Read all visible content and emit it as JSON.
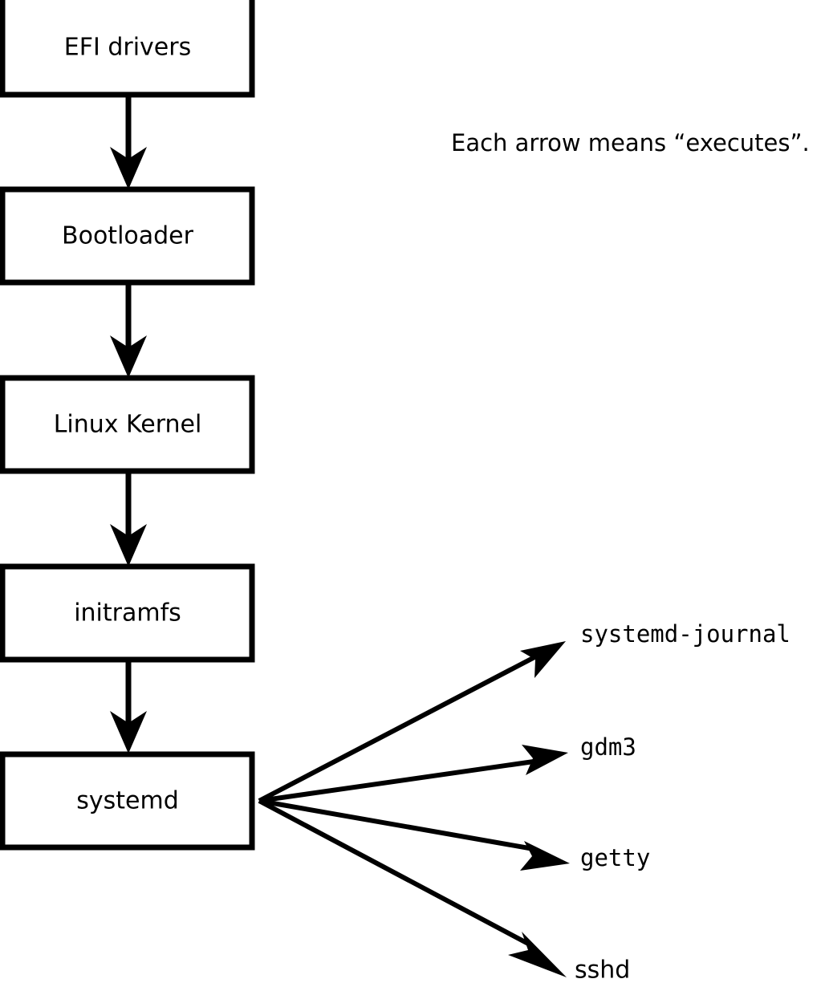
{
  "diagram": {
    "caption": "Each arrow means “executes”.",
    "chain": [
      {
        "id": "efi-drivers",
        "label": "EFI drivers"
      },
      {
        "id": "bootloader",
        "label": "Bootloader"
      },
      {
        "id": "linux-kernel",
        "label": "Linux Kernel"
      },
      {
        "id": "initramfs",
        "label": "initramfs"
      },
      {
        "id": "systemd",
        "label": "systemd"
      }
    ],
    "services": [
      {
        "id": "systemd-journal",
        "label": "systemd-journal",
        "font": "mono"
      },
      {
        "id": "gdm3",
        "label": "gdm3",
        "font": "mono"
      },
      {
        "id": "getty",
        "label": "getty",
        "font": "mono"
      },
      {
        "id": "sshd",
        "label": "sshd",
        "font": "sans"
      }
    ],
    "colors": {
      "stroke": "#000000",
      "fill": "#ffffff",
      "text": "#000000",
      "background": "#ffffff"
    }
  }
}
